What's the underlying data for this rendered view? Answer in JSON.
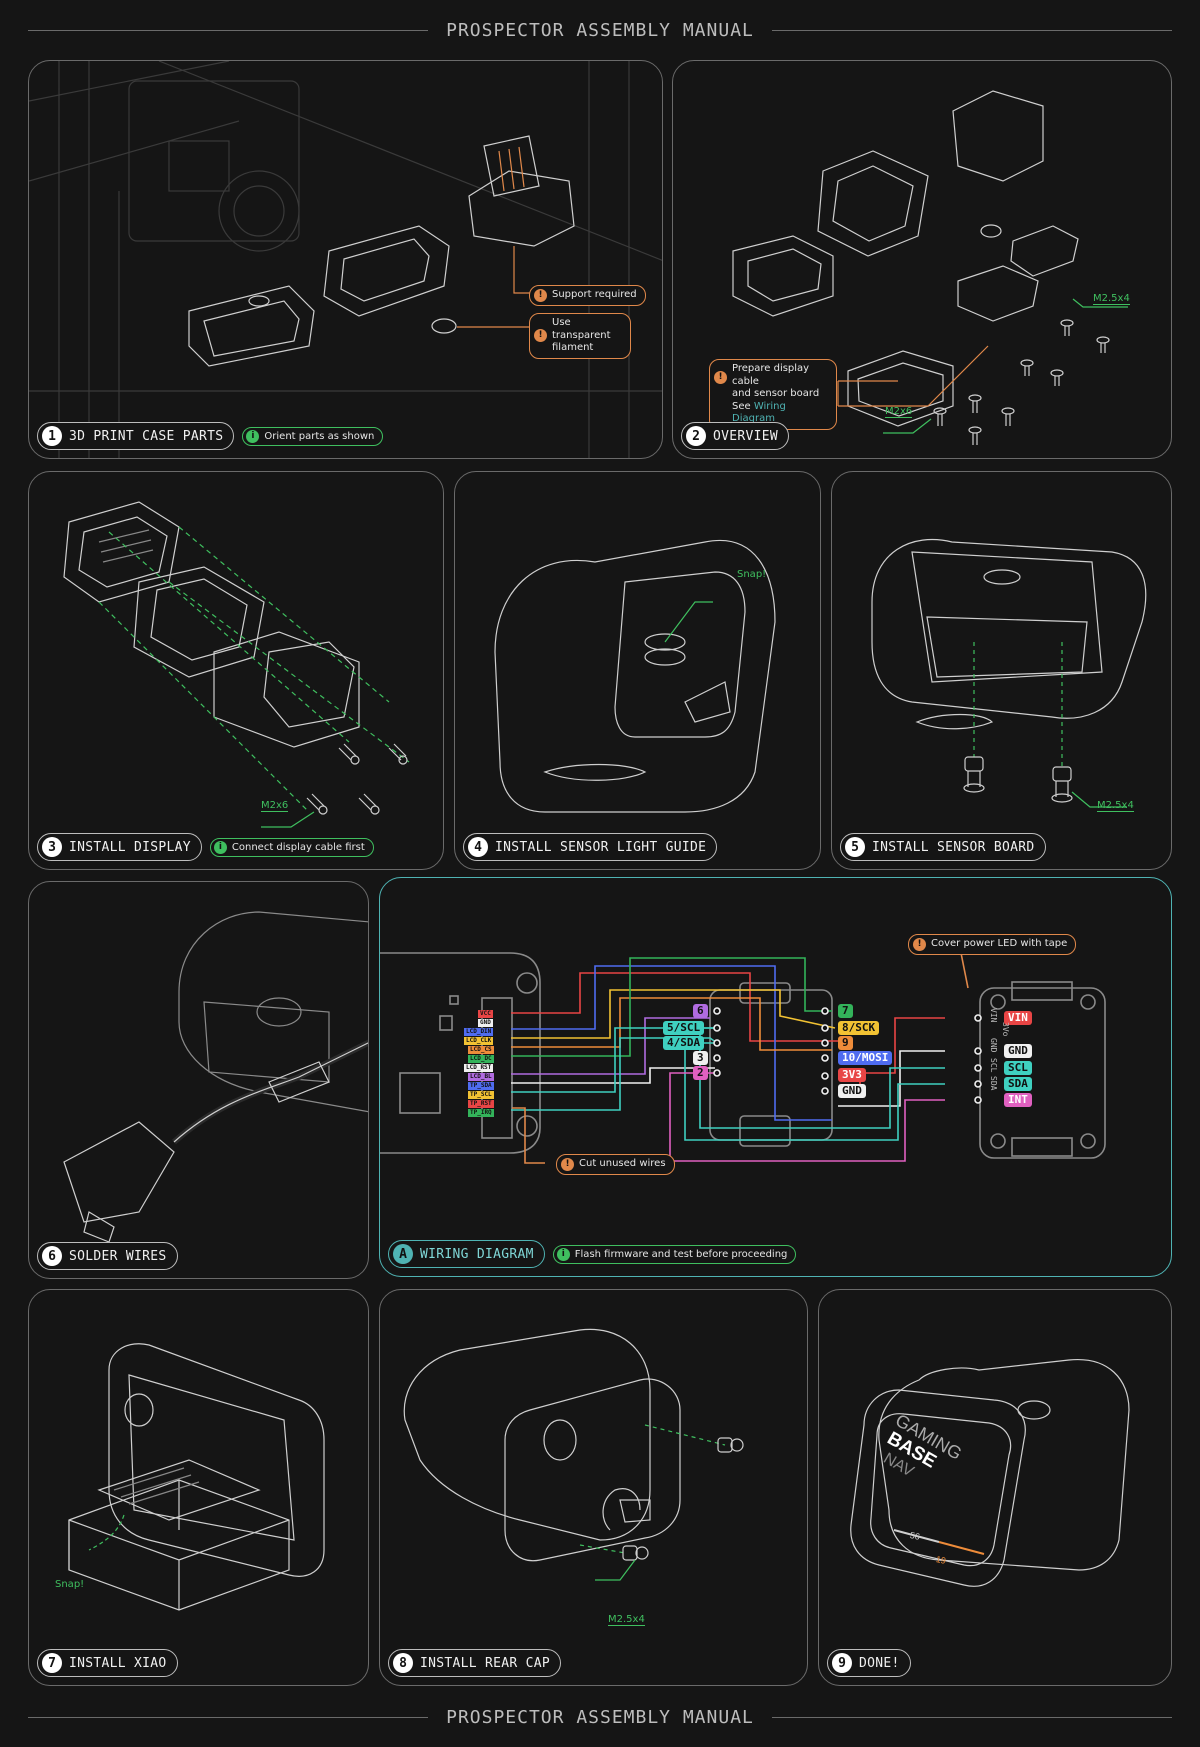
{
  "header": {
    "title": "PROSPECTOR ASSEMBLY MANUAL"
  },
  "footer": {
    "title": "PROSPECTOR ASSEMBLY MANUAL"
  },
  "steps": [
    {
      "num": "1",
      "label": "3D PRINT CASE PARTS",
      "note": "Orient parts as shown",
      "callouts": [
        "Support required",
        "Use transparent filament"
      ]
    },
    {
      "num": "2",
      "label": "OVERVIEW",
      "callout_line1": "Prepare display cable",
      "callout_line2": "and sensor board",
      "callout_see": "See ",
      "callout_link": "Wiring Diagram",
      "screw_a": "M2.5x4",
      "screw_b": "M2x6"
    },
    {
      "num": "3",
      "label": "INSTALL DISPLAY",
      "note": "Connect display cable first",
      "screw": "M2x6"
    },
    {
      "num": "4",
      "label": "INSTALL SENSOR LIGHT GUIDE",
      "snap": "Snap!"
    },
    {
      "num": "5",
      "label": "INSTALL SENSOR BOARD",
      "screw": "M2.5x4"
    },
    {
      "num": "6",
      "label": "SOLDER WIRES"
    },
    {
      "num": "7",
      "label": "INSTALL XIAO",
      "snap": "Snap!"
    },
    {
      "num": "8",
      "label": "INSTALL REAR CAP",
      "screw": "M2.5x4"
    },
    {
      "num": "9",
      "label": "DONE!"
    }
  ],
  "wiring": {
    "num": "A",
    "label": "WIRING DIAGRAM",
    "note": "Flash firmware and test before proceeding",
    "callout_led": "Cover power LED with tape",
    "callout_cut": "Cut unused wires",
    "lcd_pins": [
      "VCC",
      "GND",
      "LCD_DIN",
      "LCD_CLK",
      "LCD_CS",
      "LCD_DC",
      "LCD_RST",
      "LCD_BL",
      "TP_SDA",
      "TP_SCL",
      "TP_RST",
      "TP_IRQ"
    ],
    "xiao_left": [
      "6",
      "5/SCL",
      "4/SDA",
      "3",
      "2"
    ],
    "xiao_right": [
      "7",
      "8/SCK",
      "9",
      "10/MOSI",
      "3V3",
      "GND"
    ],
    "sensor_pins": [
      "VIN",
      "GND",
      "SCL",
      "SDA",
      "INT"
    ],
    "sensor_silk": [
      "VIN",
      "3Vo",
      "GND",
      "SCL",
      "SDA"
    ]
  },
  "device_screen": {
    "line1": "GAMING",
    "line2": "BASE",
    "line3": "NAV",
    "left_value": "56",
    "right_value": "19"
  },
  "colors": {
    "note_green": "#3fbf5f",
    "warn_orange": "#e0884a",
    "wiring_teal": "#4fb3b3",
    "red": "#e84545",
    "orange": "#ee8c3a",
    "yellow": "#f2c233",
    "green": "#33b35a",
    "teal": "#3fd0c0",
    "blue": "#4f6cf0",
    "purple": "#b06be0",
    "pink": "#e060c0",
    "white": "#f0f0f0"
  }
}
